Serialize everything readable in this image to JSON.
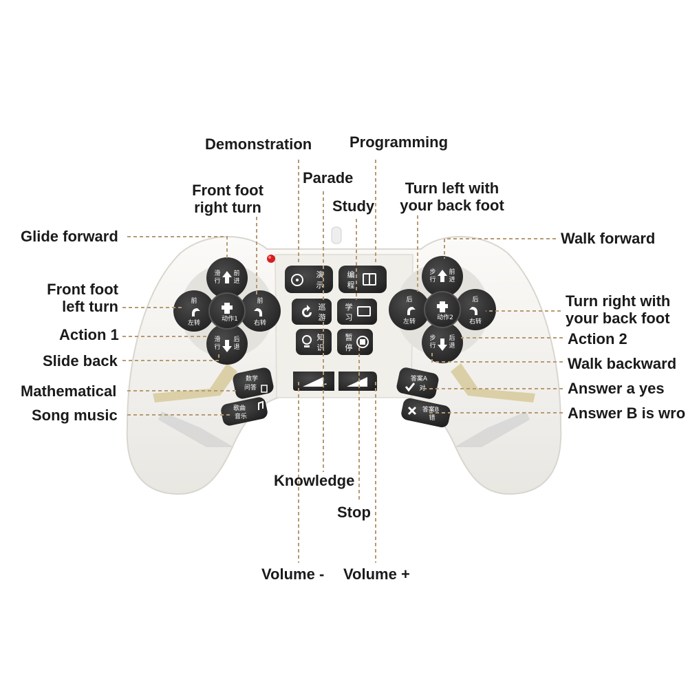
{
  "labels": {
    "demonstration": "Demonstration",
    "programming": "Programming",
    "parade": "Parade",
    "study": "Study",
    "front_foot_right_turn": [
      "Front foot",
      "right turn"
    ],
    "turn_left_back_foot": [
      "Turn left with",
      "your back foot"
    ],
    "glide_forward": "Glide forward",
    "walk_forward": "Walk forward",
    "front_foot_left_turn": [
      "Front foot",
      "left turn"
    ],
    "turn_right_back_foot": [
      "Turn right with",
      "your back foot"
    ],
    "action_1": "Action 1",
    "action_2": "Action 2",
    "slide_back": "Slide back",
    "walk_backward": "Walk backward",
    "mathematical": "Mathematical",
    "answer_a_yes": "Answer a yes",
    "song_music": "Song music",
    "answer_b_wrong": "Answer B is wro",
    "knowledge": "Knowledge",
    "stop": "Stop",
    "volume_minus": "Volume -",
    "volume_plus": "Volume +"
  },
  "buttons": {
    "left_top": [
      "滑",
      "行",
      "前",
      "进"
    ],
    "left_left": [
      "前",
      "左转"
    ],
    "left_right": [
      "前",
      "右转"
    ],
    "left_center": "动作1",
    "left_bottom": [
      "滑",
      "行",
      "后",
      "退"
    ],
    "right_top": [
      "步",
      "行",
      "前",
      "进"
    ],
    "right_left": [
      "后",
      "左转"
    ],
    "right_right": [
      "后",
      "右转"
    ],
    "right_center": "动作2",
    "right_bottom": [
      "步",
      "行",
      "后",
      "退"
    ],
    "demo": [
      "演",
      "示"
    ],
    "program": [
      "编",
      "程"
    ],
    "parade": [
      "巡",
      "游"
    ],
    "study": [
      "学",
      "习"
    ],
    "knowledge": [
      "知",
      "识"
    ],
    "stop": [
      "暂",
      "停"
    ],
    "math": [
      "数学",
      "问答"
    ],
    "song": [
      "歌曲",
      "音乐"
    ],
    "answer_a": [
      "答案A",
      "对"
    ],
    "answer_b": [
      "答案B",
      "错"
    ]
  },
  "colors": {
    "body": "#f6f5f2",
    "button": "#2b2b2b",
    "leader": "#b59a72",
    "accent_gold": "#c9b98a",
    "indicator": "#d42020"
  }
}
